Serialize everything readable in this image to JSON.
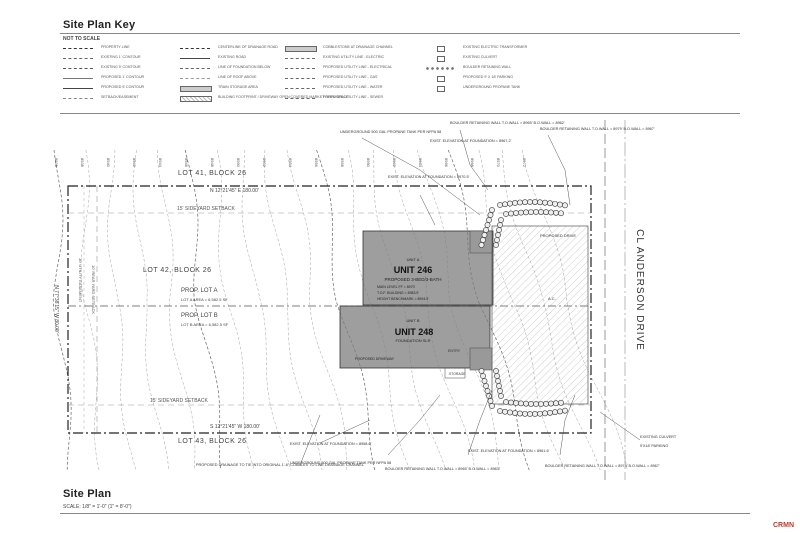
{
  "key": {
    "title": "Site Plan Key",
    "scale_note": "NOT TO SCALE",
    "legend": [
      {
        "label": "PROPERTY LINE",
        "style": "dash-dot"
      },
      {
        "label": "EXISTING 1' CONTOUR",
        "style": "dashed"
      },
      {
        "label": "EXISTING 5' CONTOUR",
        "style": "dashed-heavy"
      },
      {
        "label": "PROPOSED 1' CONTOUR",
        "style": "solid-light"
      },
      {
        "label": "PROPOSED 5' CONTOUR",
        "style": "solid"
      },
      {
        "label": "SETBACK/EASEMENT",
        "style": "long-dash"
      },
      {
        "label": "CENTERLINE OF DRAINAGE ROAD",
        "style": "dash-dot"
      },
      {
        "label": "EXISTING ROAD",
        "style": "solid"
      },
      {
        "label": "LINE OF FOUNDATION BELOW",
        "style": "dashed"
      },
      {
        "label": "LINE OF ROOF ABOVE",
        "style": "dashed-light"
      },
      {
        "label": "TRAIN STORAGE AREA",
        "style": "box"
      },
      {
        "label": "BUILDING FOOTPRINT / DRIVEWAY OPEN COVERED MARKET OPEN SPACE",
        "style": "hatch-box"
      },
      {
        "label": "COBBLESTONE AT DRAINAGE CHANNEL",
        "style": "box"
      },
      {
        "label": "EXISTING UTILITY LINE - ELECTRIC",
        "style": "dashed"
      },
      {
        "label": "PROPOSED UTILITY LINE - ELECTRICAL",
        "style": "dashed"
      },
      {
        "label": "PROPOSED UTILITY LINE - GAS",
        "style": "dashed"
      },
      {
        "label": "PROPOSED UTILITY LINE - WATER",
        "style": "dashed"
      },
      {
        "label": "PROPOSED UTILITY LINE - SEWER",
        "style": "dashed"
      },
      {
        "label": "EXISTING ELECTRIC TRANSFORMER",
        "style": "symbol"
      },
      {
        "label": "EXISTING CULVERT",
        "style": "symbol"
      },
      {
        "label": "BOULDER RETAINING WALL",
        "style": "circles"
      },
      {
        "label": "PROPOSED 9' X 18' PARKING",
        "style": "symbol"
      },
      {
        "label": "UNDERGROUND PROPANE TANK",
        "style": "symbol"
      }
    ]
  },
  "plan": {
    "street": "CL ANDERSON DRIVE",
    "units": [
      "UNIT 246",
      "UNIT 248"
    ],
    "lots": [
      "LOT 41, BLOCK 26",
      "LOT 42, BLOCK 26",
      "LOT 43, BLOCK 26"
    ],
    "prop_lots": [
      "PROP. LOT A",
      "PROP. LOT B"
    ],
    "lot_areas": [
      "LOT A AREA = 6,582.5 SF",
      "LOT B AREA = 6,582.5 SF"
    ],
    "bearings": [
      "N 12°21'45\" E 180.00'",
      "S 12°21'45\" W 180.00'",
      "N 77°38'15\" W 80.00'"
    ],
    "setbacks": [
      "15' SIDEYARD SETBACK",
      "15' SIDEYARD SETBACK",
      "10' UTILITY EASEMENT",
      "10' REAR YARD SETBACK"
    ],
    "unit_a": {
      "label": "UNIT A",
      "sub": "PROPOSED 3-BED/3-BATH",
      "main_level": "MAIN LEVEL FF = 8970'",
      "tof": "T.O.F. BUILDING = 8983.5'",
      "height": "HEIGHT BENCHMARK = 8994.5'"
    },
    "unit_b": {
      "label": "UNIT B",
      "sub": "FOUNDATION SLR",
      "proposed": "PROPOSED DRIVEWAY"
    },
    "callouts": [
      "UNDERGROUND 500 GAL PROPANE TANK PER NFPA 58",
      "BOULDER RETAINING WALL T.O.WALL = 8965' B.O.WALL = 8962'",
      "EXIST. ELEVATION AT FOUNDATION = 8967.2'",
      "BOULDER RETAINING WALL T.O.WALL = 8979' B.O.WALL = 8967'",
      "EXIST. ELEVATION AT FOUNDATION = 8970.5'",
      "EXIST. ELEVATION AT FOUNDATION = 8958.6'",
      "UNDERGROUND 500 GAL PROPANE TANK PER NFPA 58",
      "BOULDER RETAINING WALL T.O.WALL = 8965' B.O.WALL = 8963'",
      "EXIST. ELEVATION AT FOUNDATION = 8961.6'",
      "BOULDER RETAINING WALL T.O.WALL = 8978' B.O.WALL = 8967'",
      "EXISTING CULVERT",
      "9'X18' PARKING",
      "PROPOSED DRAINAGE TO TIE INTO ORIGINAL 1'-6\" COBBLES TO LINE DRAINAGE CHANNEL",
      "PROPOSED DRIVE",
      "ENTRY",
      "STORAGE",
      "A.C."
    ],
    "contour_labels": [
      "8936",
      "8938",
      "8940",
      "8942",
      "8944",
      "8946",
      "8948",
      "8950",
      "8952",
      "8954",
      "8956",
      "8958",
      "8960",
      "8962",
      "8964",
      "8966",
      "8968",
      "8970",
      "8972"
    ]
  },
  "footer": {
    "title": "Site Plan",
    "scale": "SCALE: 1/8\" = 1'-0\" (1\" = 8'-0\")"
  },
  "watermark": "CRMN"
}
